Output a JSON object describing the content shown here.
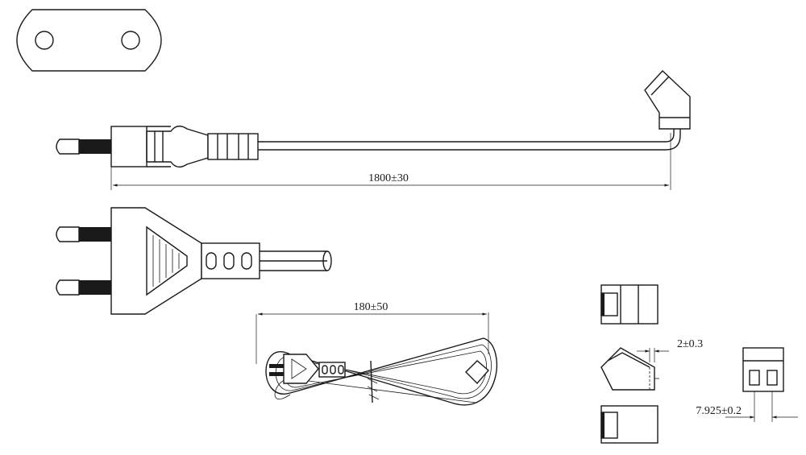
{
  "dimensions": {
    "cord_length": "1800±30",
    "coil_length": "180±50",
    "connector_offset": "2±0.3",
    "pin_spacing": "7.925±0.2"
  }
}
